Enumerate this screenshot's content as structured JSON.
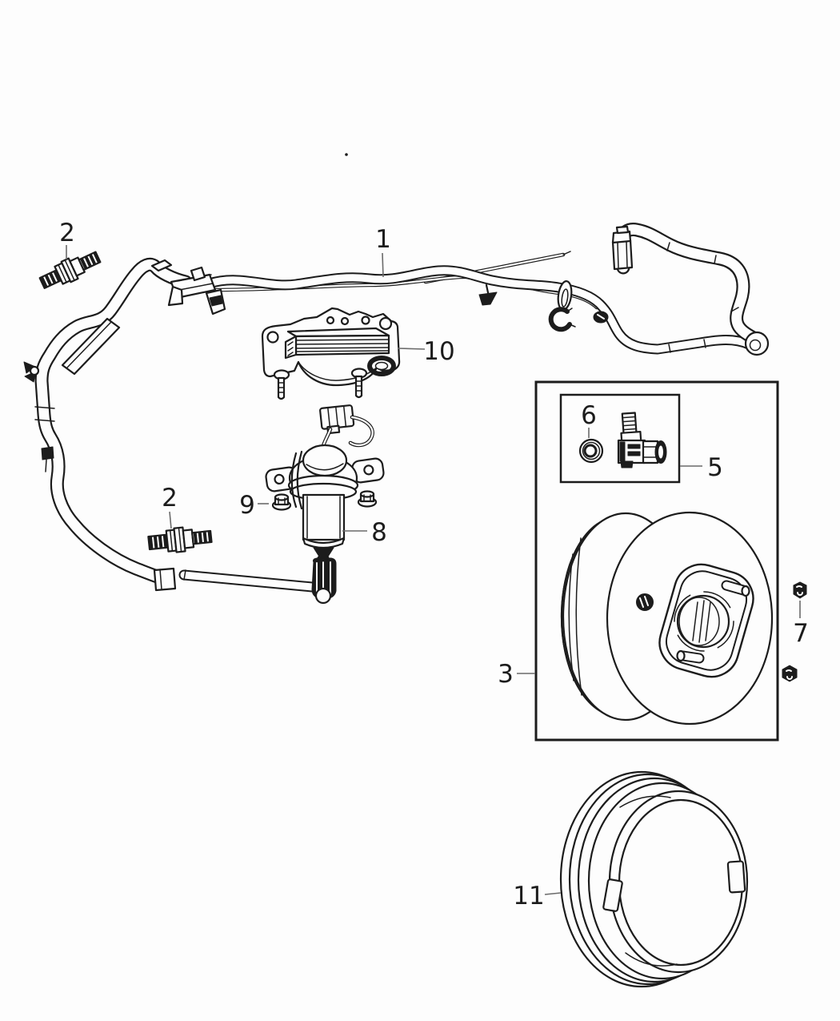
{
  "diagram": {
    "background": "#fdfdfd",
    "line_color": "#1c1c1c",
    "type": "parts-illustration",
    "subject": "vacuum-pump-and-power-brake-booster",
    "callouts": {
      "c1": {
        "label": "1",
        "part": "vacuum-hose-harness"
      },
      "c2a": {
        "label": "2",
        "part": "switch-fitting-upper"
      },
      "c2b": {
        "label": "2",
        "part": "switch-fitting-lower"
      },
      "c3": {
        "label": "3",
        "part": "power-brake-booster"
      },
      "c5": {
        "label": "5",
        "part": "check-valve-service-kit"
      },
      "c6": {
        "label": "6",
        "part": "grommet-seal"
      },
      "c7": {
        "label": "7",
        "part": "booster-mounting-nut"
      },
      "c8": {
        "label": "8",
        "part": "auxiliary-vacuum-pump"
      },
      "c9": {
        "label": "9",
        "part": "pump-mounting-nut"
      },
      "c10": {
        "label": "10",
        "part": "pump-mounting-bracket"
      },
      "c11": {
        "label": "11",
        "part": "booster-spacer-ring"
      }
    }
  }
}
